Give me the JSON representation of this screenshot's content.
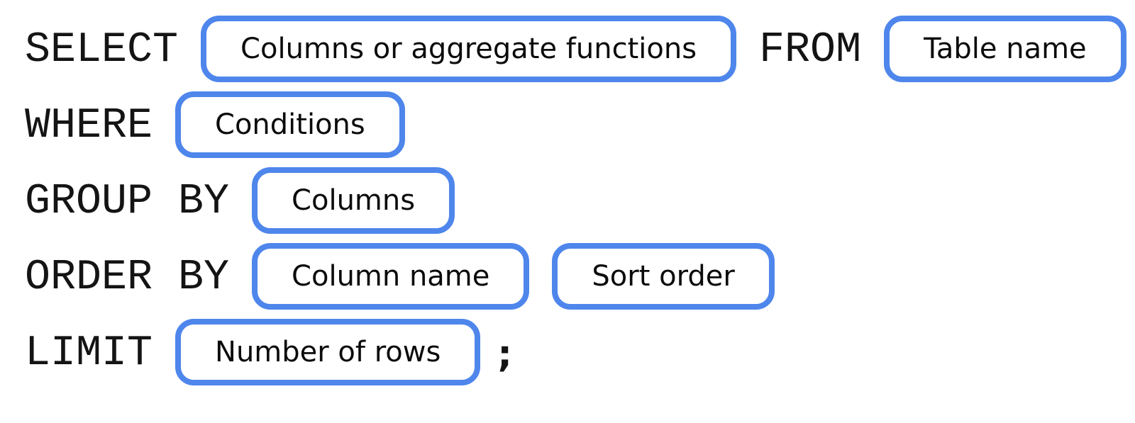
{
  "sql_diagram": {
    "accent_color": "#4e86ec",
    "keyword_color": "#141414",
    "rows": [
      {
        "clause": "select-from",
        "segments": [
          {
            "kind": "keyword",
            "text": "SELECT"
          },
          {
            "kind": "pill",
            "text": "Columns or aggregate functions"
          },
          {
            "kind": "keyword",
            "text": "FROM"
          },
          {
            "kind": "pill",
            "text": "Table name"
          }
        ]
      },
      {
        "clause": "where",
        "segments": [
          {
            "kind": "keyword",
            "text": "WHERE"
          },
          {
            "kind": "pill",
            "text": "Conditions"
          }
        ]
      },
      {
        "clause": "group-by",
        "segments": [
          {
            "kind": "keyword",
            "text": "GROUP BY"
          },
          {
            "kind": "pill",
            "text": "Columns"
          }
        ]
      },
      {
        "clause": "order-by",
        "segments": [
          {
            "kind": "keyword",
            "text": "ORDER BY"
          },
          {
            "kind": "pill",
            "text": "Column name"
          },
          {
            "kind": "pill",
            "text": "Sort order"
          }
        ]
      },
      {
        "clause": "limit",
        "segments": [
          {
            "kind": "keyword",
            "text": "LIMIT"
          },
          {
            "kind": "pill",
            "text": "Number of rows"
          },
          {
            "kind": "punctuation",
            "text": ";"
          }
        ]
      }
    ]
  }
}
